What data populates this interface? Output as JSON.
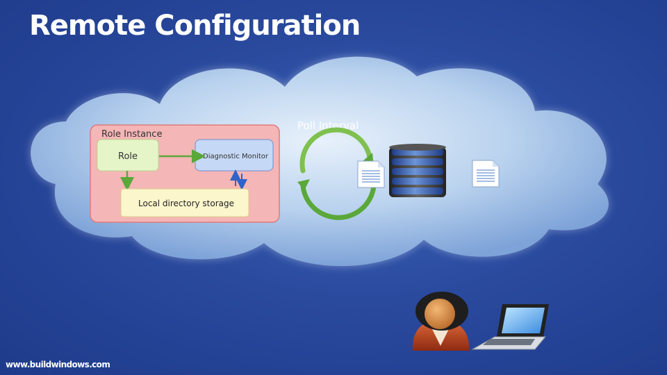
{
  "slide": {
    "title": "Remote Configuration",
    "footer": "www.buildwindows.com"
  },
  "diagram": {
    "role_instance_label": "Role Instance",
    "role_label": "Role",
    "diagnostic_monitor_label": "Diagnostic Monitor",
    "local_storage_label": "Local directory storage",
    "poll_interval_label": "Poll Interval"
  },
  "colors": {
    "background": "#2a4a9e",
    "role_instance_fill": "#f4b6b6",
    "role_box_fill": "#e6f5c8",
    "diag_box_fill": "#c5d8f5",
    "storage_box_fill": "#fbf6cc",
    "arrow_green": "#5aa83a",
    "arrow_blue": "#2f63c8"
  },
  "icons": [
    "cloud-icon",
    "refresh-cycle-icon",
    "document-icon",
    "database-icon",
    "user-icon",
    "laptop-icon"
  ]
}
